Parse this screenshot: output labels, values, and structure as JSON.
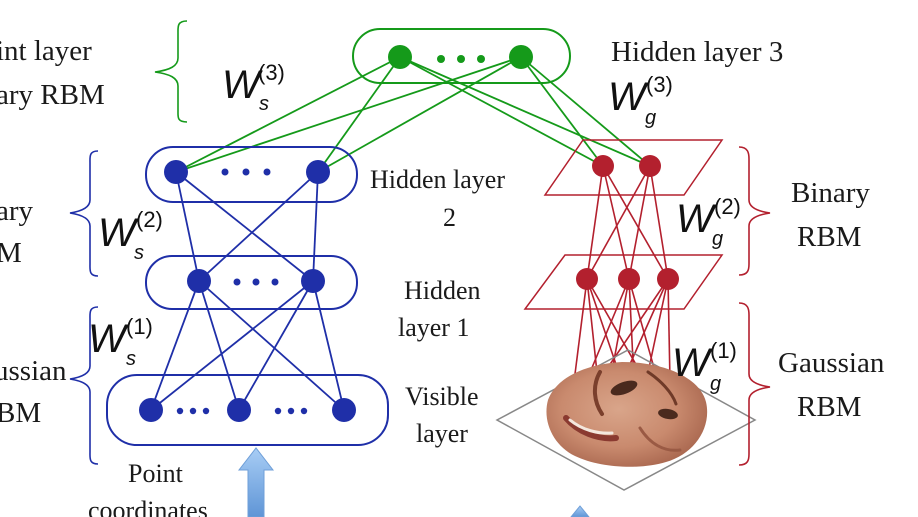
{
  "labels": {
    "joint_rbm_line1": "int layer",
    "joint_rbm_line2": "ary RBM",
    "left_binary_line1": "ary",
    "left_binary_line2": "M",
    "left_gaussian_line1": "ussian",
    "left_gaussian_line2": "BM",
    "hidden_layer_3": "Hidden layer 3",
    "hidden_layer_2_line1": "Hidden layer",
    "hidden_layer_2_line2": "2",
    "hidden_layer_1_line1": "Hidden",
    "hidden_layer_1_line2": "layer 1",
    "visible_layer_line1": "Visible",
    "visible_layer_line2": "layer",
    "point_coordinates_line1": "Point",
    "point_coordinates_line2": "coordinates",
    "right_binary_line1": "Binary",
    "right_binary_line2": "RBM",
    "right_gaussian_line1": "Gaussian",
    "right_gaussian_line2": "RBM"
  },
  "weights": {
    "ws3": {
      "base": "W",
      "sub": "s",
      "sup": "(3)"
    },
    "ws2": {
      "base": "W",
      "sub": "s",
      "sup": "(2)"
    },
    "ws1": {
      "base": "W",
      "sub": "s",
      "sup": "(1)"
    },
    "wg3": {
      "base": "W",
      "sub": "g",
      "sup": "(3)"
    },
    "wg2": {
      "base": "W",
      "sub": "g",
      "sup": "(2)"
    },
    "wg1": {
      "base": "W",
      "sub": "g",
      "sup": "(1)"
    }
  },
  "colors": {
    "shape_branch": "#1f2fa8",
    "texture_branch": "#b3202e",
    "joint_layer": "#159a1a",
    "input_arrow": "#7fb0e6"
  },
  "icons": {
    "face_image": "face-texture-image"
  }
}
